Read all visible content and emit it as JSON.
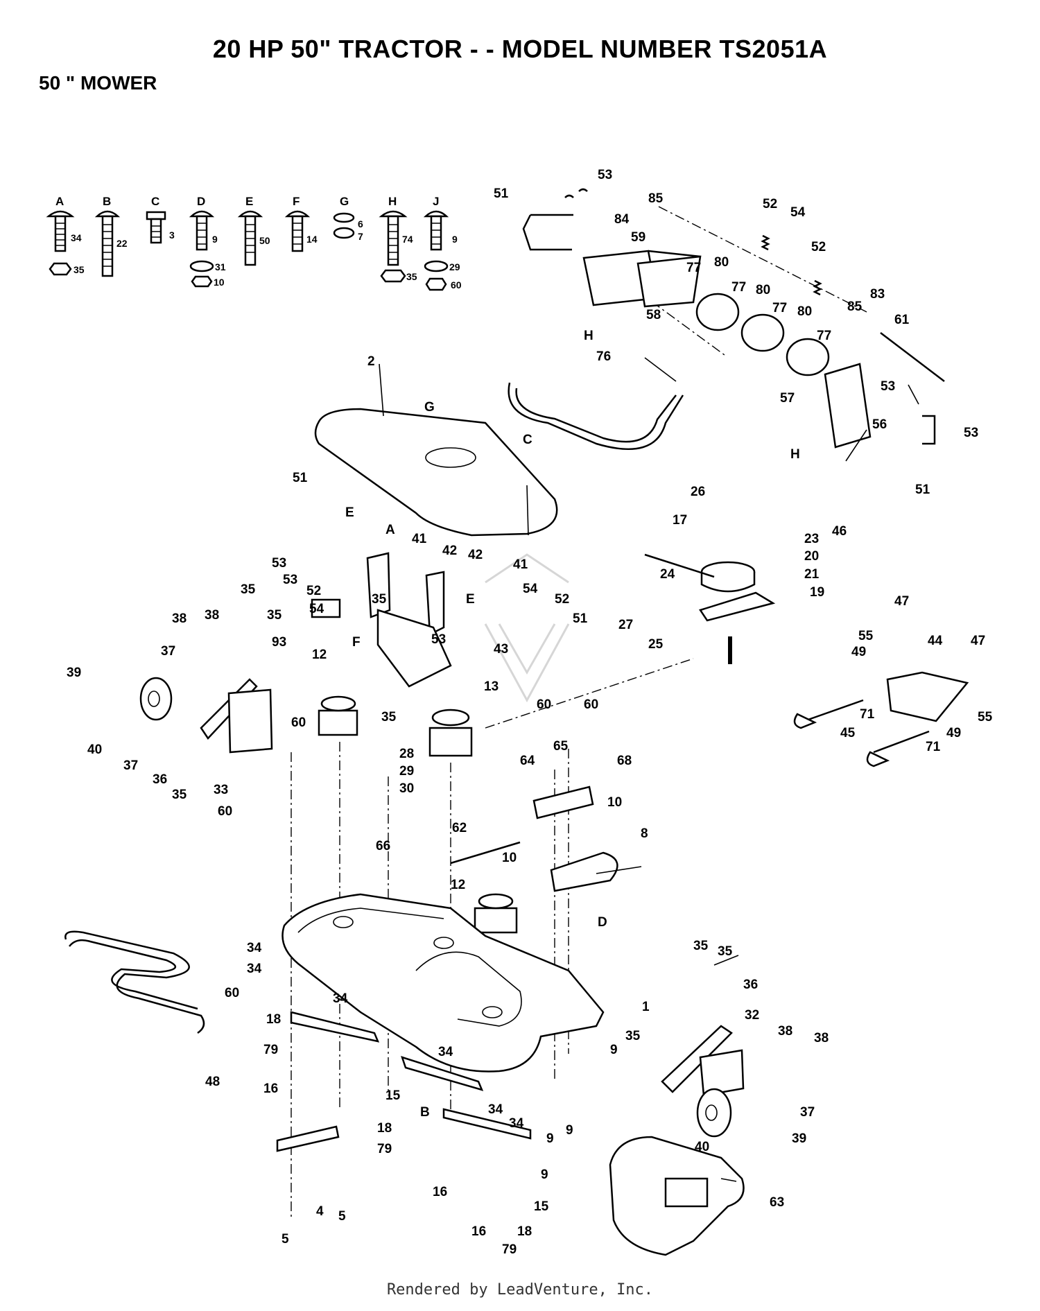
{
  "title": "20 HP 50\" TRACTOR - - MODEL NUMBER TS2051A",
  "subtitle": "50 \" MOWER",
  "footer": "Rendered by LeadVenture, Inc.",
  "hardware_key": [
    {
      "letter": "A",
      "parts": [
        "34",
        "35"
      ]
    },
    {
      "letter": "B",
      "parts": [
        "22"
      ]
    },
    {
      "letter": "C",
      "parts": [
        "3"
      ]
    },
    {
      "letter": "D",
      "parts": [
        "9",
        "31",
        "10"
      ]
    },
    {
      "letter": "E",
      "parts": [
        "50"
      ]
    },
    {
      "letter": "F",
      "parts": [
        "14"
      ]
    },
    {
      "letter": "G",
      "parts": [
        "6",
        "7"
      ]
    },
    {
      "letter": "H",
      "parts": [
        "74",
        "35"
      ]
    },
    {
      "letter": "J",
      "parts": [
        "9",
        "29",
        "60"
      ]
    }
  ],
  "callouts": [
    "53",
    "51",
    "84",
    "59",
    "85",
    "52",
    "54",
    "52",
    "77",
    "80",
    "77",
    "80",
    "77",
    "80",
    "77",
    "83",
    "61",
    "85",
    "58",
    "H",
    "76",
    "53",
    "57",
    "56",
    "53",
    "H",
    "51",
    "2",
    "G",
    "C",
    "51",
    "E",
    "A",
    "41",
    "42",
    "42",
    "41",
    "53",
    "53",
    "52",
    "54",
    "E",
    "54",
    "52",
    "51",
    "53",
    "43",
    "35",
    "26",
    "17",
    "46",
    "23",
    "20",
    "21",
    "24",
    "19",
    "27",
    "25",
    "47",
    "47",
    "55",
    "44",
    "49",
    "71",
    "55",
    "45",
    "49",
    "71",
    "38",
    "38",
    "35",
    "35",
    "37",
    "39",
    "93",
    "12",
    "F",
    "40",
    "37",
    "36",
    "35",
    "33",
    "35",
    "13",
    "60",
    "60",
    "60",
    "28",
    "29",
    "30",
    "65",
    "64",
    "68",
    "10",
    "60",
    "62",
    "10",
    "8",
    "66",
    "12",
    "D",
    "34",
    "34",
    "60",
    "34",
    "18",
    "1",
    "79",
    "16",
    "15",
    "34",
    "48",
    "B",
    "18",
    "79",
    "16",
    "34",
    "34",
    "9",
    "9",
    "9",
    "9",
    "15",
    "16",
    "18",
    "79",
    "5",
    "4",
    "5",
    "35",
    "35",
    "36",
    "32",
    "38",
    "38",
    "35",
    "37",
    "39",
    "40",
    "63"
  ]
}
